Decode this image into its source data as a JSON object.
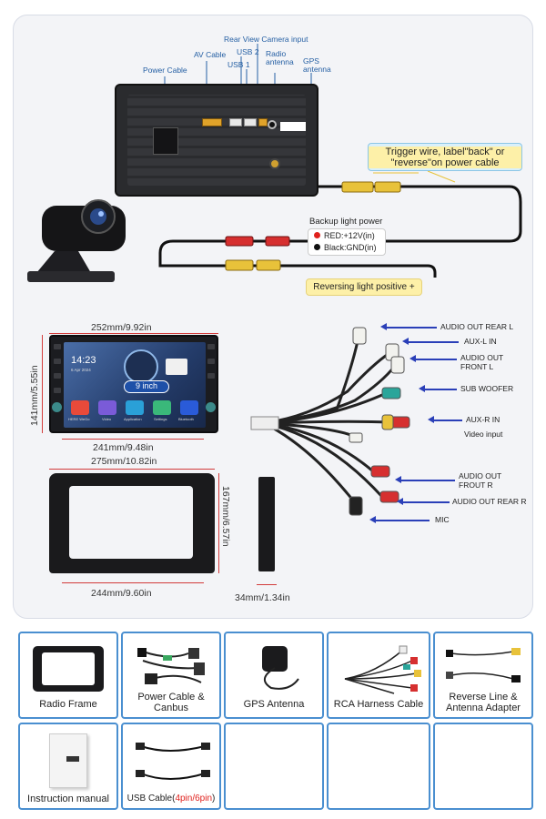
{
  "top_labels": {
    "power_cable": "Power Cable",
    "av_cable": "AV Cable",
    "rear_view_input": "Rear View Camera input",
    "usb2": "USB 2",
    "usb1": "USB 1",
    "radio_antenna": "Radio antenna",
    "gps_antenna": "GPS antenna"
  },
  "trigger": {
    "line1_a": "Trigger wire, label\"back\" or",
    "line2": "\"reverse\"on power cable"
  },
  "backup": {
    "title": "Backup light power",
    "red": "RED:+12V(in)",
    "black": "Black:GND(in)"
  },
  "reversing": "Reversing light positive +",
  "radio": {
    "time": "14:23",
    "date": "6 Apr 2024",
    "size": "9 inch",
    "apps": [
      "HERE WeGo",
      "Video",
      "Application",
      "Settings",
      "Bluetooth"
    ]
  },
  "dimensions": {
    "radio_width_top": "252mm/9.92in",
    "radio_height": "141mm/5.55in",
    "radio_width_bottom": "241mm/9.48in",
    "frame_width_top": "275mm/10.82in",
    "frame_height": "167mm/6.57in",
    "frame_width_bottom": "244mm/9.60in",
    "bracket_depth": "34mm/1.34in"
  },
  "rca_labels": [
    "AUDIO OUT REAR L",
    "AUX-L IN",
    "AUDIO OUT FRONT L",
    "SUB WOOFER",
    "AUX-R IN",
    "Video input",
    "AUDIO OUT FROUT R",
    "AUDIO OUT REAR R",
    "MIC"
  ],
  "cards": {
    "row1": [
      "Radio Frame",
      "Power Cable & Canbus",
      "GPS Antenna",
      "RCA Harness Cable",
      "Reverse Line & Antenna Adapter"
    ],
    "instruction": "Instruction manual",
    "usb_prefix": "USB Cable(",
    "usb_accent": "4pin/6pin",
    "usb_suffix": ")"
  },
  "colors": {
    "callout_blue": "#d9f0fb",
    "callout_yellow": "#fdf0a8",
    "card_border": "#4a8fd0",
    "dimension_red": "#d23b3b",
    "arrow_blue": "#2a3fb8"
  }
}
